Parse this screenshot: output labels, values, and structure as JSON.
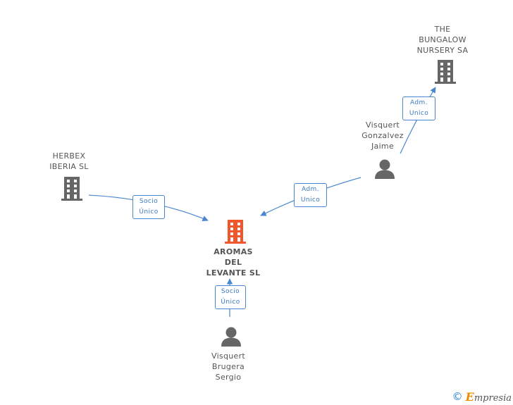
{
  "nodes": {
    "main_company": {
      "name": "AROMAS\nDEL\nLEVANTE SL",
      "kind": "company",
      "highlight": true
    },
    "herbex": {
      "name": "HERBEX\nIBERIA SL",
      "kind": "company"
    },
    "bungalow": {
      "name": "THE\nBUNGALOW\nNURSERY SA",
      "kind": "company"
    },
    "jaime": {
      "name": "Visquert\nGonzalvez\nJaime",
      "kind": "person"
    },
    "sergio": {
      "name": "Visquert\nBrugera\nSergio",
      "kind": "person"
    }
  },
  "edges": {
    "herbex_to_main": {
      "line1": "Socio",
      "line2": "Único"
    },
    "jaime_to_main": {
      "line1": "Adm.",
      "line2": "Unico"
    },
    "jaime_to_bungalow": {
      "line1": "Adm.",
      "line2": "Unico"
    },
    "sergio_to_main": {
      "line1": "Socio",
      "line2": "Único"
    }
  },
  "colors": {
    "highlight_company": "#f0582b",
    "company": "#666666",
    "person": "#666666",
    "edge": "#4a86cf"
  },
  "footer": {
    "copyright_symbol": "©",
    "brand": "Empresia"
  }
}
